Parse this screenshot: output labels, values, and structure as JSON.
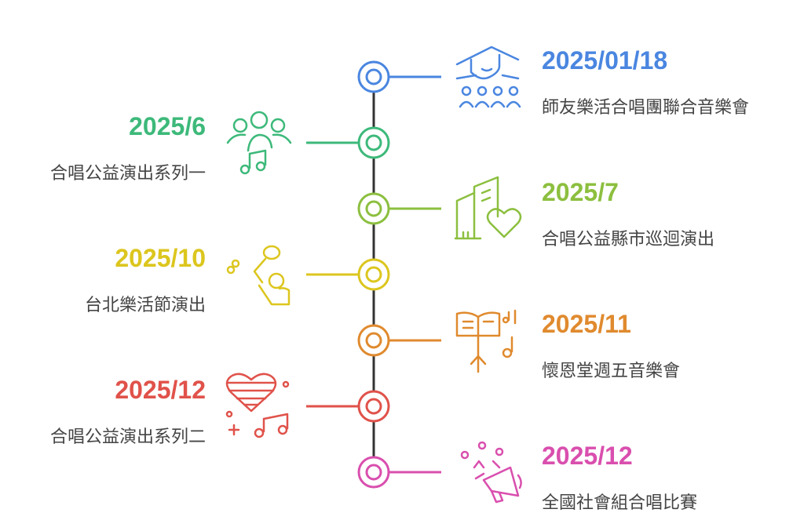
{
  "events": [
    {
      "date": "2025/01/18",
      "title": "師友樂活合唱團聯合音樂會",
      "side": "right",
      "color": "#4a86e0",
      "icon": "graduation-audience-icon"
    },
    {
      "date": "2025/6",
      "title": "合唱公益演出系列一",
      "side": "left",
      "color": "#3db97a",
      "icon": "choir-music-note-icon"
    },
    {
      "date": "2025/7",
      "title": "合唱公益縣市巡迴演出",
      "side": "right",
      "color": "#8cbf3f",
      "icon": "city-heart-icon"
    },
    {
      "date": "2025/10",
      "title": "台北樂活節演出",
      "side": "left",
      "color": "#dcc61e",
      "icon": "festival-performer-icon"
    },
    {
      "date": "2025/11",
      "title": "懷恩堂週五音樂會",
      "side": "right",
      "color": "#e08a2e",
      "icon": "music-stand-notes-icon"
    },
    {
      "date": "2025/12",
      "title": "合唱公益演出系列二",
      "side": "left",
      "color": "#e0524a",
      "icon": "heart-music-note-icon"
    },
    {
      "date": "2025/12",
      "title": "全國社會組合唱比賽",
      "side": "right",
      "color": "#d94fae",
      "icon": "megaphone-icon"
    }
  ],
  "axis_color": "#333333"
}
